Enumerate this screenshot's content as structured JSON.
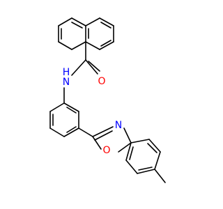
{
  "molecule": {
    "atoms": [
      {
        "id": "o_amide",
        "label": "O",
        "color": "#ff0000"
      },
      {
        "id": "n_amide",
        "label": "N",
        "color": "#0000ff"
      },
      {
        "id": "h_amide",
        "label": "H",
        "color": "#0000ff"
      },
      {
        "id": "n_oxazole",
        "label": "N",
        "color": "#0000ff"
      },
      {
        "id": "o_oxazole",
        "label": "O",
        "color": "#ff0000"
      }
    ],
    "bond_color": "#000000"
  }
}
